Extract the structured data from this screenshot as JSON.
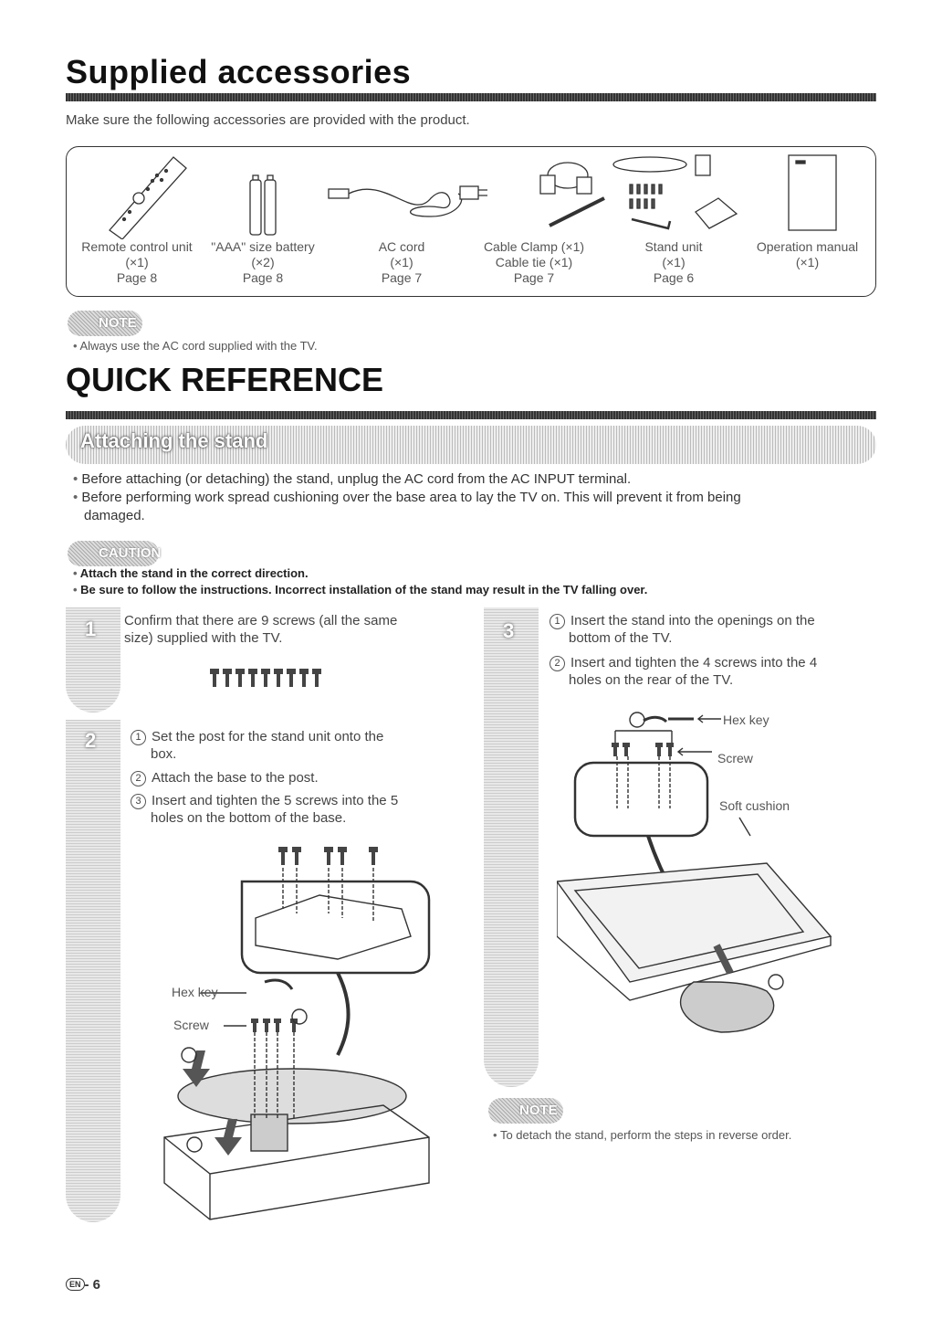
{
  "section1": {
    "title": "Supplied accessories",
    "intro": "Make sure the following accessories are provided with the product.",
    "items": [
      {
        "name": "Remote control unit",
        "qty": "(×1)",
        "page": "Page 8"
      },
      {
        "name": "\"AAA\" size battery",
        "qty": "(×2)",
        "page": "Page 8"
      },
      {
        "name": "AC cord",
        "qty": "(×1)",
        "page": "Page 7"
      },
      {
        "name": "Cable Clamp (×1)",
        "qty": "Cable tie (×1)",
        "page": "Page 7"
      },
      {
        "name": "Stand unit",
        "qty": "(×1)",
        "page": "Page 6"
      },
      {
        "name": "Operation manual",
        "qty": "(×1)",
        "page": ""
      }
    ],
    "note_label": "NOTE",
    "note": "Always use the AC cord supplied with the TV."
  },
  "section2": {
    "title": "QUICK REFERENCE",
    "band_title": "Attaching the stand",
    "bullets": [
      "Before attaching (or detaching) the stand, unplug the AC cord from the AC INPUT terminal.",
      "Before performing work spread cushioning over the base area to lay the TV on. This will prevent it from being",
      "damaged."
    ],
    "caution_label": "CAUTION",
    "cautions": [
      "Attach the stand in the correct direction.",
      "Be sure to follow the instructions. Incorrect installation of the stand may result in the TV falling over."
    ]
  },
  "steps": {
    "s1": {
      "num": "1",
      "line1": "Confirm that there are 9 screws (all the same",
      "line2": "size) supplied with the TV."
    },
    "s2": {
      "num": "2",
      "a1": "Set the post for the stand unit onto the",
      "a2": "box.",
      "b1": "Attach the base to the post.",
      "c1": "Insert and tighten the 5 screws into the 5",
      "c2": "holes on the bottom of the base.",
      "hex": "Hex key",
      "screw": "Screw"
    },
    "s3": {
      "num": "3",
      "a1": "Insert the stand into the openings on the",
      "a2": "bottom of the TV.",
      "b1": "Insert and tighten the 4 screws into the 4",
      "b2": "holes on the rear of the TV.",
      "hex": "Hex key",
      "screw": "Screw",
      "cushion": "Soft cushion"
    },
    "note_label": "NOTE",
    "note": "To detach the stand, perform the steps in reverse order."
  },
  "circled": {
    "one": "1",
    "two": "2",
    "three": "3"
  },
  "footer": {
    "page": "- 6",
    "lang": "EN"
  }
}
